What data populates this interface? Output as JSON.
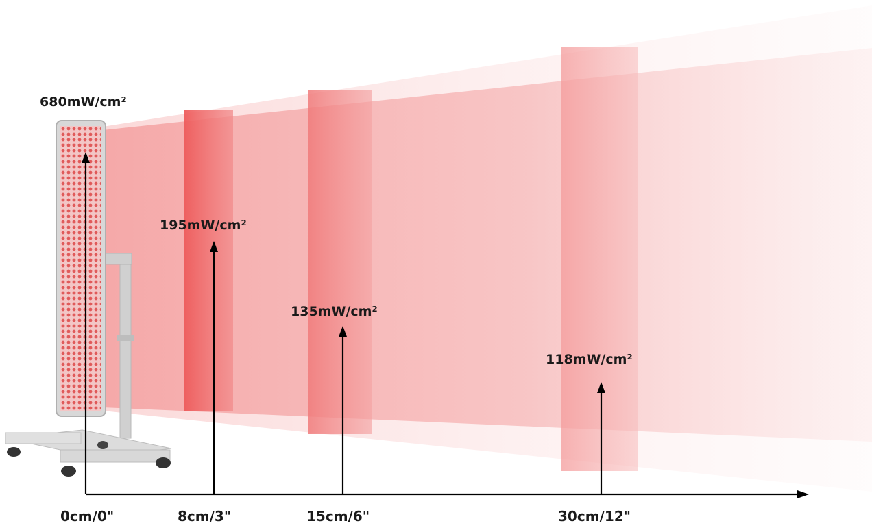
{
  "irradiance_labels": {
    "d0": "680mW/cm²",
    "d8": "195mW/cm²",
    "d15": "135mW/cm²",
    "d30": "118mW/cm²"
  },
  "distance_labels": {
    "d0": "0cm/0\"",
    "d8": "8cm/3\"",
    "d15": "15cm/6\"",
    "d30": "30cm/12\""
  },
  "colors": {
    "beam": "#f06a6a",
    "panel_frame": "#c9c9c9",
    "stand": "#d4d4d4",
    "axis": "#000000"
  }
}
